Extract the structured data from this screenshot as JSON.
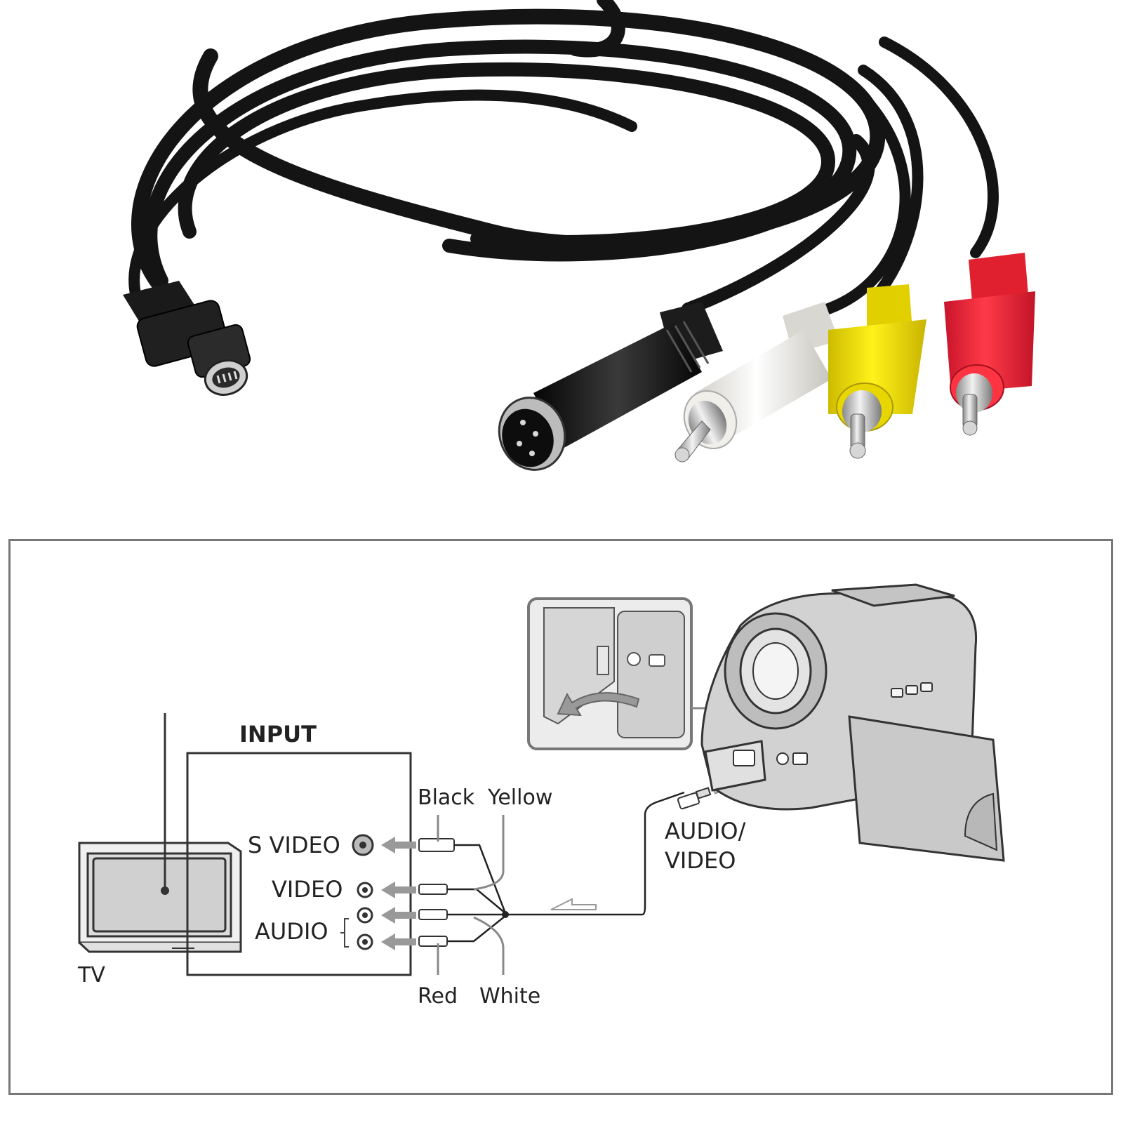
{
  "photo": {
    "connectors": [
      "mini-av-plug",
      "s-video-plug",
      "rca-white",
      "rca-yellow",
      "rca-red"
    ],
    "colors": {
      "cable": "#141414",
      "white_plug": "#ecebe6",
      "yellow_plug": "#f4e600",
      "red_plug": "#ff2a3a"
    }
  },
  "diagram": {
    "input_label": "INPUT",
    "tv_label": "TV",
    "port_labels": {
      "s_video": "S VIDEO",
      "video": "VIDEO",
      "audio": "AUDIO"
    },
    "plug_colors_top": {
      "black": "Black",
      "yellow": "Yellow"
    },
    "plug_colors_bottom": {
      "red": "Red",
      "white": "White"
    },
    "av_label_line1": "AUDIO/",
    "av_label_line2": "VIDEO",
    "signal_direction": "camcorder-to-tv"
  }
}
